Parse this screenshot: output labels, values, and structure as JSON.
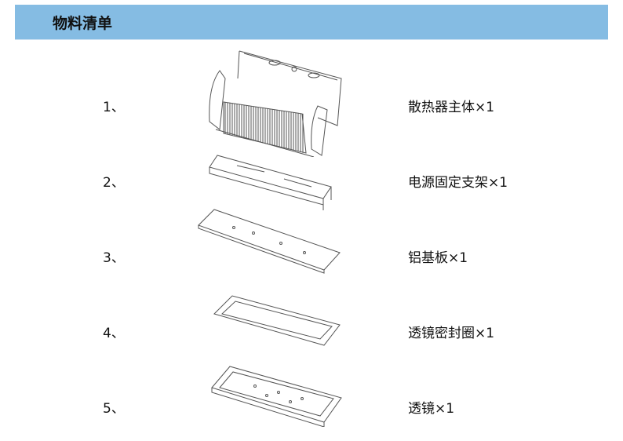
{
  "header": {
    "title": "物料清单"
  },
  "items": [
    {
      "num": "1、",
      "label": "散热器主体×1"
    },
    {
      "num": "2、",
      "label": "电源固定支架×1"
    },
    {
      "num": "3、",
      "label": "铝基板×1"
    },
    {
      "num": "4、",
      "label": "透镜密封圈×1"
    },
    {
      "num": "5、",
      "label": "透镜×1"
    }
  ]
}
